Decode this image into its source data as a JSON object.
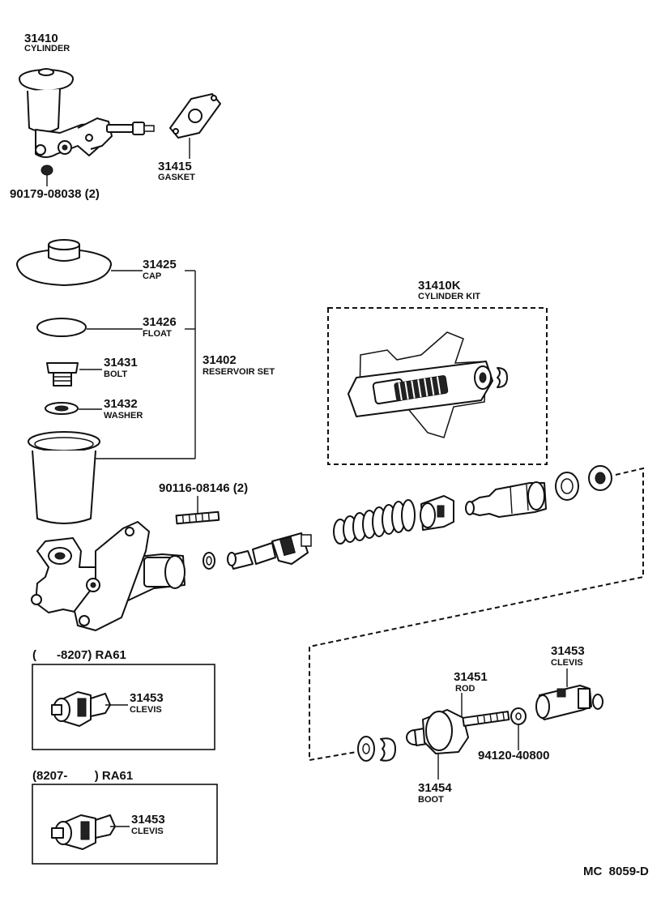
{
  "callouts": {
    "c31410": {
      "num": "31410",
      "label": "CYLINDER"
    },
    "c31415": {
      "num": "31415",
      "label": "GASKET"
    },
    "c90179": {
      "num": "90179-08038 (2)"
    },
    "c31425": {
      "num": "31425",
      "label": "CAP"
    },
    "c31426": {
      "num": "31426",
      "label": "FLOAT"
    },
    "c31431": {
      "num": "31431",
      "label": "BOLT"
    },
    "c31432": {
      "num": "31432",
      "label": "WASHER"
    },
    "c31402": {
      "num": "31402",
      "label": "RESERVOIR SET"
    },
    "c31410k": {
      "num": "31410K",
      "label": "CYLINDER KIT"
    },
    "c90116": {
      "num": "90116-08146 (2)"
    },
    "c31453a": {
      "num": "31453",
      "label": "CLEVIS"
    },
    "c31453b": {
      "num": "31453",
      "label": "CLEVIS"
    },
    "c31453c": {
      "num": "31453",
      "label": "CLEVIS"
    },
    "c31451": {
      "num": "31451",
      "label": "ROD"
    },
    "c94120": {
      "num": "94120-40800"
    },
    "c31454": {
      "num": "31454",
      "label": "BOOT"
    }
  },
  "boxes": {
    "early": {
      "title": "(      -8207) RA61"
    },
    "late": {
      "title": "(8207-        ) RA61"
    }
  },
  "ref_code": "MC  8059-D"
}
